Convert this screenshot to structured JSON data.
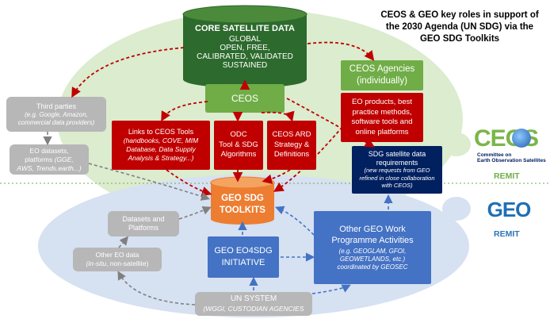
{
  "title": {
    "line1": "CEOS & GEO key roles in support of",
    "line2": "the 2030 Agenda (UN SDG) via the",
    "line3": "GEO SDG Toolkits"
  },
  "core": {
    "title": "CORE SATELLITE DATA",
    "lines": [
      "GLOBAL",
      "OPEN, FREE,",
      "CALIBRATED, VALIDATED",
      "SUSTAINED"
    ]
  },
  "ceos_agencies": {
    "line1": "CEOS Agencies",
    "line2": "(individually)"
  },
  "ceos": {
    "label": "CEOS"
  },
  "eo_products": {
    "lines": [
      "EO products, best",
      "practice methods,",
      "software tools and",
      "online platforms"
    ]
  },
  "third_parties": {
    "title": "Third parties",
    "detail": "(e.g. Google, Amazon, commercial data providers)"
  },
  "eo_datasets": {
    "line1": "EO datasets,",
    "line2_prefix": "platforms ",
    "line2_ital": "(GGE,",
    "line3": "AWS, Trends.earth...)"
  },
  "links_tools": {
    "title": "Links to CEOS Tools",
    "detail": "(handbooks, COVE, MIM Database, Data Supply Analysis & Strategy...)"
  },
  "odc": {
    "lines": [
      "ODC",
      "Tool & SDG",
      "Algorithms"
    ]
  },
  "ard": {
    "lines": [
      "CEOS ARD",
      "Strategy &",
      "Definitions"
    ]
  },
  "sdg_requirements": {
    "line1": "SDG satellite data",
    "line2": "requirements",
    "detail": "(new requests from GEO refined in close collaboration with CEOS)"
  },
  "toolkits": {
    "line1": "GEO SDG",
    "line2": "TOOLKITS"
  },
  "datasets_platforms": {
    "line1": "Datasets and",
    "line2": "Platforms"
  },
  "other_eo": {
    "line1": "Other EO data",
    "line2_ital1": "(in-situ",
    "line2_rest": ", non-satellite)"
  },
  "eo4sdg": {
    "lines": [
      "GEO EO4SDG",
      "INITIATIVE"
    ]
  },
  "other_geo": {
    "line1": "Other GEO Work",
    "line2": "Programme Activities",
    "detail_ital": "(e.g. GEOGLAM, GFOI, GEOWETLANDS, etc.)",
    "detail_rest": "coordinated by GEOSEC"
  },
  "un_system": {
    "title": "UN SYSTEM",
    "detail": "(WGGI, CUSTODIAN AGENCIES"
  },
  "ceos_logo": {
    "text": "CEOS",
    "sub1": "Committee on",
    "sub2": "Earth Observation Satellites",
    "remit": "REMIT"
  },
  "geo_logo": {
    "text": "GEO",
    "remit": "REMIT"
  },
  "colors": {
    "green_zone": "#dbeccf",
    "blue_zone": "#d6e1f2",
    "core_dark": "#2d6a2d",
    "ceos_green": "#70ad47",
    "red_box": "#c00000",
    "navy": "#002060",
    "orange": "#ed7d31",
    "blue_box": "#4472c4",
    "grey_box": "#b7b7b7",
    "arrow_red": "#c00000",
    "arrow_blue": "#4472c4"
  }
}
